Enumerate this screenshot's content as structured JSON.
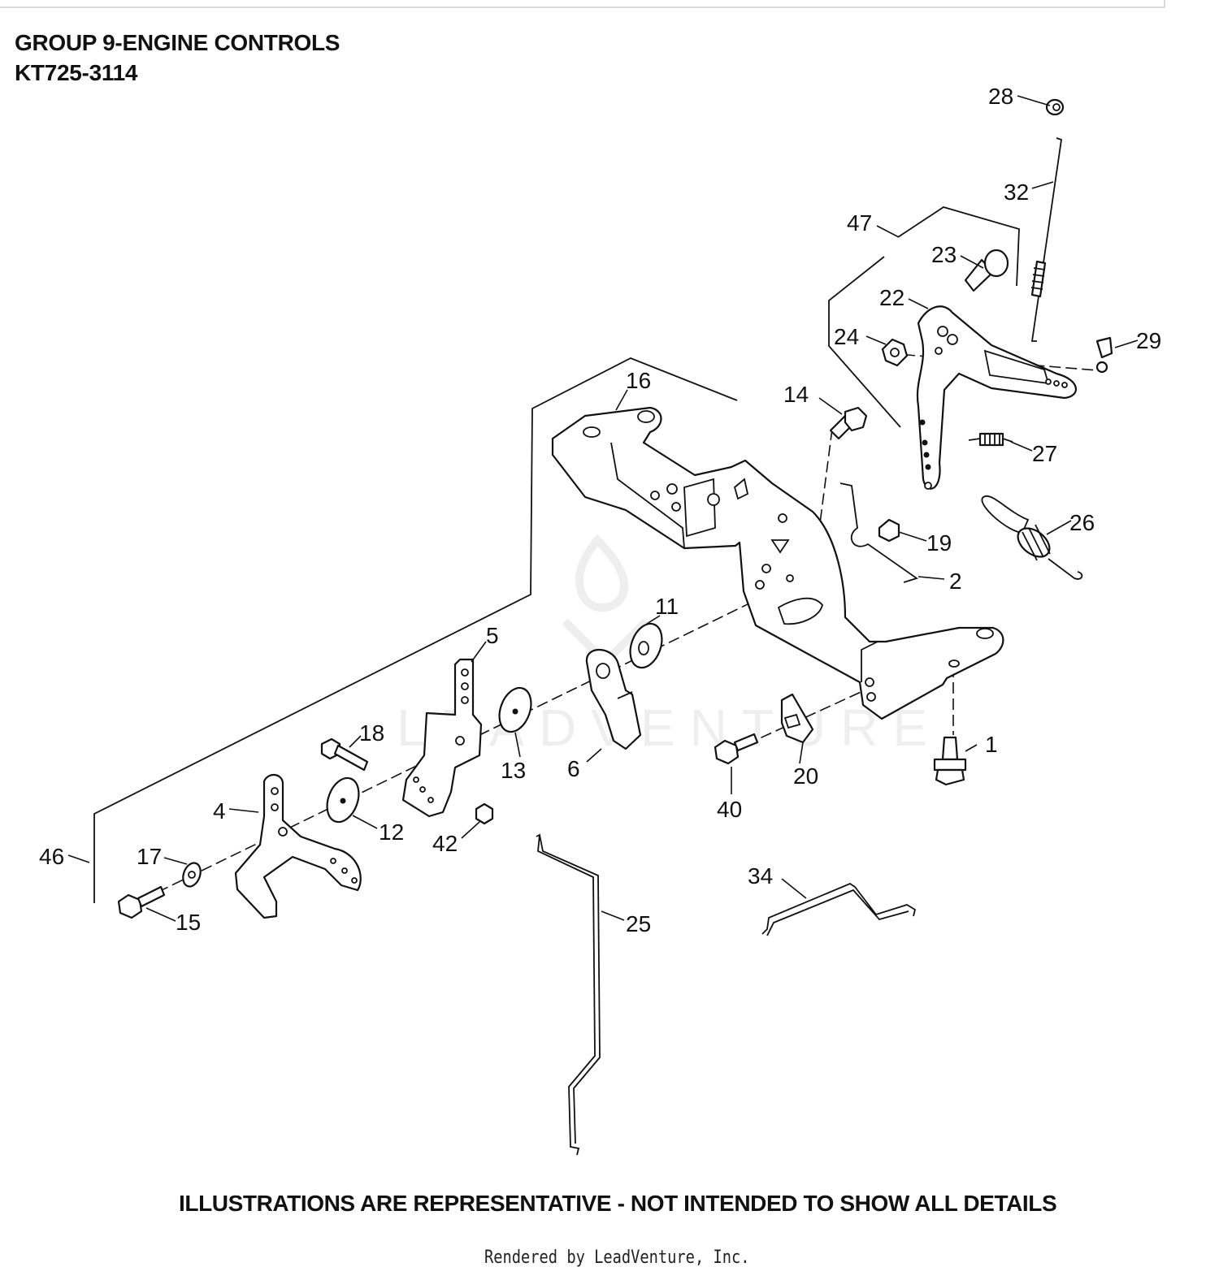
{
  "title": {
    "line1": "GROUP 9-ENGINE CONTROLS",
    "line2": "KT725-3114"
  },
  "footer_note": "ILLUSTRATIONS ARE REPRESENTATIVE - NOT INTENDED TO SHOW ALL DETAILS",
  "rendered_by": "Rendered by LeadVenture, Inc.",
  "watermark_text": "LEADVENTURE",
  "callouts": {
    "c1": "1",
    "c2": "2",
    "c4": "4",
    "c5": "5",
    "c6": "6",
    "c11": "11",
    "c12": "12",
    "c13": "13",
    "c14": "14",
    "c15": "15",
    "c16": "16",
    "c17": "17",
    "c18": "18",
    "c19": "19",
    "c20": "20",
    "c22": "22",
    "c23": "23",
    "c24": "24",
    "c25": "25",
    "c26": "26",
    "c27": "27",
    "c28": "28",
    "c29": "29",
    "c32": "32",
    "c34": "34",
    "c40": "40",
    "c42": "42",
    "c46": "46",
    "c47": "47"
  }
}
